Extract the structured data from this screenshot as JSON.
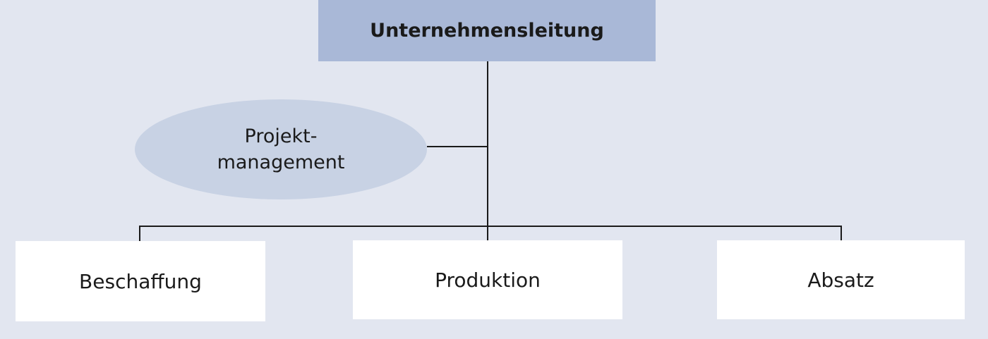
{
  "org_chart": {
    "top": {
      "label": "Unternehmensleitung"
    },
    "staff": {
      "line1": "Projekt-",
      "line2": "management"
    },
    "departments": [
      {
        "label": "Beschaffung"
      },
      {
        "label": "Produktion"
      },
      {
        "label": "Absatz"
      }
    ],
    "colors": {
      "background": "#e2e6f0",
      "top_box": "#a9b8d7",
      "staff_ellipse": "#c8d2e4",
      "department_box": "#ffffff",
      "connector": "#1a1a1a"
    }
  }
}
